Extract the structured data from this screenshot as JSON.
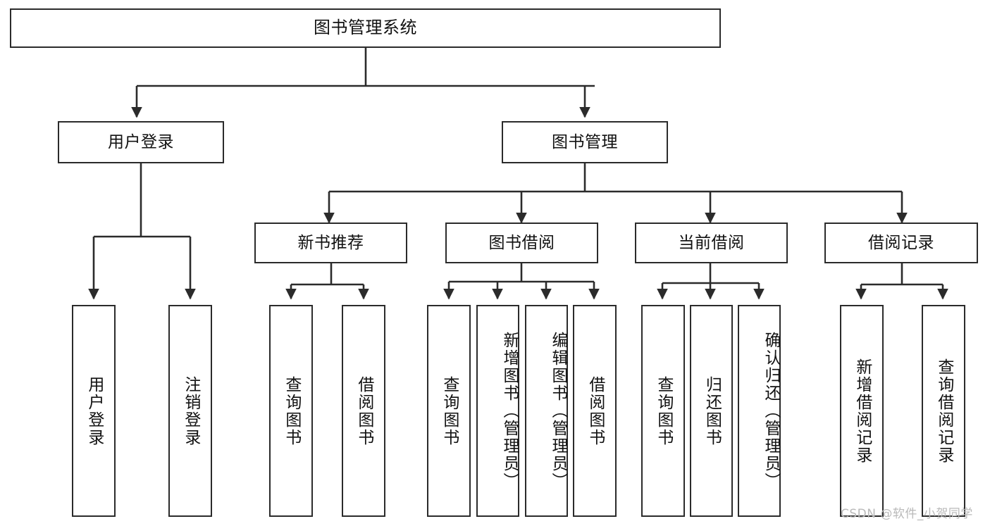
{
  "diagram": {
    "type": "tree",
    "title": "图书管理系统",
    "stroke_color": "#2b2b2b",
    "fill_color": "#ffffff",
    "text_color": "#111111"
  },
  "nodes": {
    "root": {
      "label": "图书管理系统",
      "level": 0
    },
    "l1": [
      {
        "id": "user-login",
        "label": "用户登录"
      },
      {
        "id": "book-manage",
        "label": "图书管理"
      }
    ],
    "l2": [
      {
        "id": "new-book-recommend",
        "label": "新书推荐"
      },
      {
        "id": "book-borrow",
        "label": "图书借阅"
      },
      {
        "id": "current-borrow",
        "label": "当前借阅"
      },
      {
        "id": "borrow-record",
        "label": "借阅记录"
      }
    ],
    "leaves": {
      "user_login": [
        {
          "id": "leaf-user-login",
          "label": "用户登录"
        },
        {
          "id": "leaf-user-logout",
          "label": "注销登录"
        }
      ],
      "new_book_recommend": [
        {
          "id": "leaf-query-book-1",
          "label": "查询图书"
        },
        {
          "id": "leaf-borrow-book-1",
          "label": "借阅图书"
        }
      ],
      "book_borrow": [
        {
          "id": "leaf-query-book-2",
          "label": "查询图书"
        },
        {
          "id": "leaf-add-book",
          "label": "新增图书（管理员）"
        },
        {
          "id": "leaf-edit-book",
          "label": "编辑图书（管理员）"
        },
        {
          "id": "leaf-borrow-book-2",
          "label": "借阅图书"
        }
      ],
      "current_borrow": [
        {
          "id": "leaf-query-book-3",
          "label": "查询图书"
        },
        {
          "id": "leaf-return-book",
          "label": "归还图书"
        },
        {
          "id": "leaf-confirm-return",
          "label": "确认归还（管理员）"
        }
      ],
      "borrow_record": [
        {
          "id": "leaf-add-record",
          "label": "新增借阅记录"
        },
        {
          "id": "leaf-query-record",
          "label": "查询借阅记录"
        }
      ]
    }
  },
  "watermark": {
    "text": "CSDN @软件_小贺同学"
  }
}
